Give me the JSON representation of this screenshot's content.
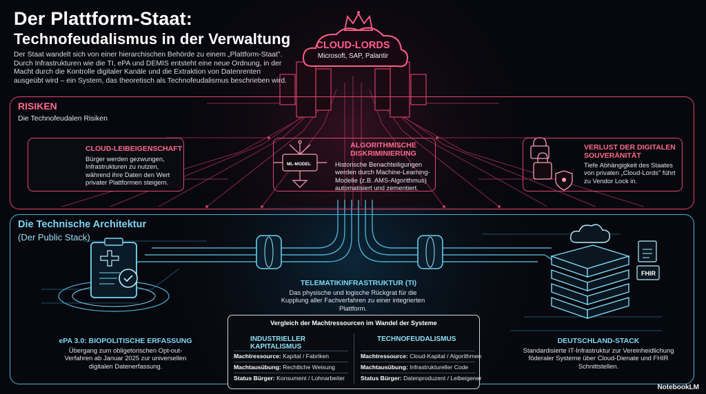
{
  "header": {
    "title_line1": "Der Plattform-Staat:",
    "title_line2": "Technofeudalismus in der Verwaltung",
    "intro": "Der Staat wandelt sich von einer hierarchischen Behörde zu einem „Plattform-Staat\". Durch Infrastrukturen wie die TI, ePA und DEMIS entsteht eine neue Ordnung, in der Macht durch die Kontrolle digitaler Kanäle und die Extraktion von Datenrenten ausgeübt wird – ein System, das theoretisch als Technofeudalismus beschrieben wird."
  },
  "cloud": {
    "title": "CLOUD-LORDS",
    "subtitle": "Microsoft, SAP, Palantir"
  },
  "risks": {
    "title": "RISIKEN",
    "subtitle": "Die Technofeudalen Risiken",
    "items": [
      {
        "title": "CLOUD-LEIBEIGENSCHAFT",
        "text": "Bürger werden gezwungen, Infrastrukturen zu nutzen, während ihre Daten den Wert privater Plattformen steigern."
      },
      {
        "title": "ALGORITHMISCHE DISKRIMINIERUNG",
        "text": "Historische Benachteiligungen werden durch Machine-Learning-Modelle (z.B. AMS-Algorithmus) automatisiert und zementiert."
      },
      {
        "title": "VERLUST DER DIGITALEN SOUVERÄNITÄT",
        "text": "Tiefe Abhängigkeit des Staates von privaten „Cloud-Lords\" führt zu Vendor Lock in."
      }
    ],
    "ml_label": "ML-MODEL"
  },
  "architecture": {
    "title": "Die Technische Architektur",
    "subtitle": "(Der Public Stack)",
    "ti": {
      "title": "TELEMATIKINFRASTRUKTUR (TI)",
      "text": "Das physische und logische Rückgrat für die Kupplung aller Fachverfahren zu einer integrierten Plattform."
    },
    "epa": {
      "title": "ePA 3.0: BIOPOLITISCHE ERFASSUNG",
      "text": "Übergang zum obligetorischen Opt-out-Verfahren ab Januar 2025 zur universellen digitalen Datenerfassung."
    },
    "stack": {
      "title": "DEUTSCHLAND-STACK",
      "text": "Standardisierte IT-Infrastruktur zur Vereinheidlichung föderaler Systeme über Cloud-Dienate und FHIR Schnittstellen."
    },
    "fhir_label": "FHIR"
  },
  "comparison": {
    "heading": "Vergleich der Machtressourcen im Wandel der Systeme",
    "columns": [
      {
        "title": "INDUSTRIELLER KAPITALISMUS",
        "rows": [
          {
            "label": "Machtressource:",
            "value": "Kapital / Fabriken"
          },
          {
            "label": "Machtausübung:",
            "value": "Rechtliche Weisung"
          },
          {
            "label": "Status Bürger:",
            "value": "Konsument / Lohnarbeiter"
          }
        ]
      },
      {
        "title": "TECHNOFEUDALISMUS",
        "rows": [
          {
            "label": "Machtressource:",
            "value": "Cloud-Kapital / Algorithmen"
          },
          {
            "label": "Machtausübung:",
            "value": "Infrastruktureller Code"
          },
          {
            "label": "Status Bürger:",
            "value": "Datenproduzent / Leibeigener"
          }
        ]
      }
    ]
  },
  "footer": {
    "badge": "NotebookLM"
  },
  "colors": {
    "accent_red": "#e0476f",
    "accent_blue": "#4fb3d9",
    "background": "#07080d"
  },
  "icons": [
    "crown-icon",
    "cloud-icon",
    "server-icon",
    "robot-icon",
    "lock-icon",
    "shield-icon",
    "clipboard-icon",
    "factory-icon",
    "network-icon",
    "document-icon"
  ]
}
